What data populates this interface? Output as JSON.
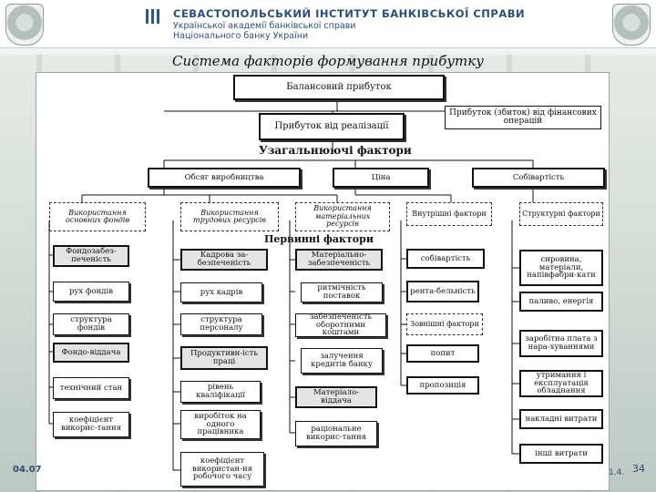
{
  "header": {
    "line1": "СЕВАСТОПОЛЬСЬКИЙ ІНСТИТУТ БАНКІВСЬКОЇ СПРАВИ",
    "line2": "Української академії банківської справи",
    "line3": "Національного банку України"
  },
  "title": "Система факторів формування прибутку",
  "diagram": {
    "balance": "Балансовий прибуток",
    "sales_profit": "Прибуток від реалізації",
    "financial_profit": "Прибуток (збиток) від фінансових операцій",
    "general_factors": "Узагальнюючі фактори",
    "volume": "Обсяг виробництва",
    "price": "Ціна",
    "cost": "Собівартість",
    "use_fixed": "Використання основних фондів",
    "use_labor": "Використання трудових ресурсів",
    "use_material": "Використання матеріальних ресурсів",
    "internal": "Внутрішні фактори",
    "structural": "Структурні фактори",
    "primary_factors": "Первинні фактори",
    "col1": [
      "Фондозабез-печеність",
      "рух фондів",
      "структура фондів",
      "Фондо-віддача",
      "технічний стан",
      "коефіцієнт викорис-тання"
    ],
    "col2": [
      "Кадрова за-безпеченість",
      "рух кадрів",
      "структура персоналу",
      "Продуктивн-ість праці",
      "рівень кваліфікації",
      "виробіток на одного працівника",
      "коефіцієнт використан-ня робочого часу"
    ],
    "col3": [
      "Матеріально-забезпеченість",
      "ритмічність поставок",
      "забезпеченість оборотними коштами",
      "залучення кредитів банку",
      "Матеріало-віддача",
      "раціональне викорис-тання"
    ],
    "col4": [
      "собівартість",
      "рента-бельність",
      "Зовнішні фактори",
      "попит",
      "пропозиція"
    ],
    "col5": [
      "сировина, матеріали, напівфабри-кати",
      "паливо, енергія",
      "заробітна плата з нара-хуваннями",
      "утримання і експлуатація обладнання",
      "накладні витрати",
      "інші витрати"
    ]
  },
  "footer": {
    "date": "04.07",
    "page": "34",
    "fragment": "1.4."
  }
}
